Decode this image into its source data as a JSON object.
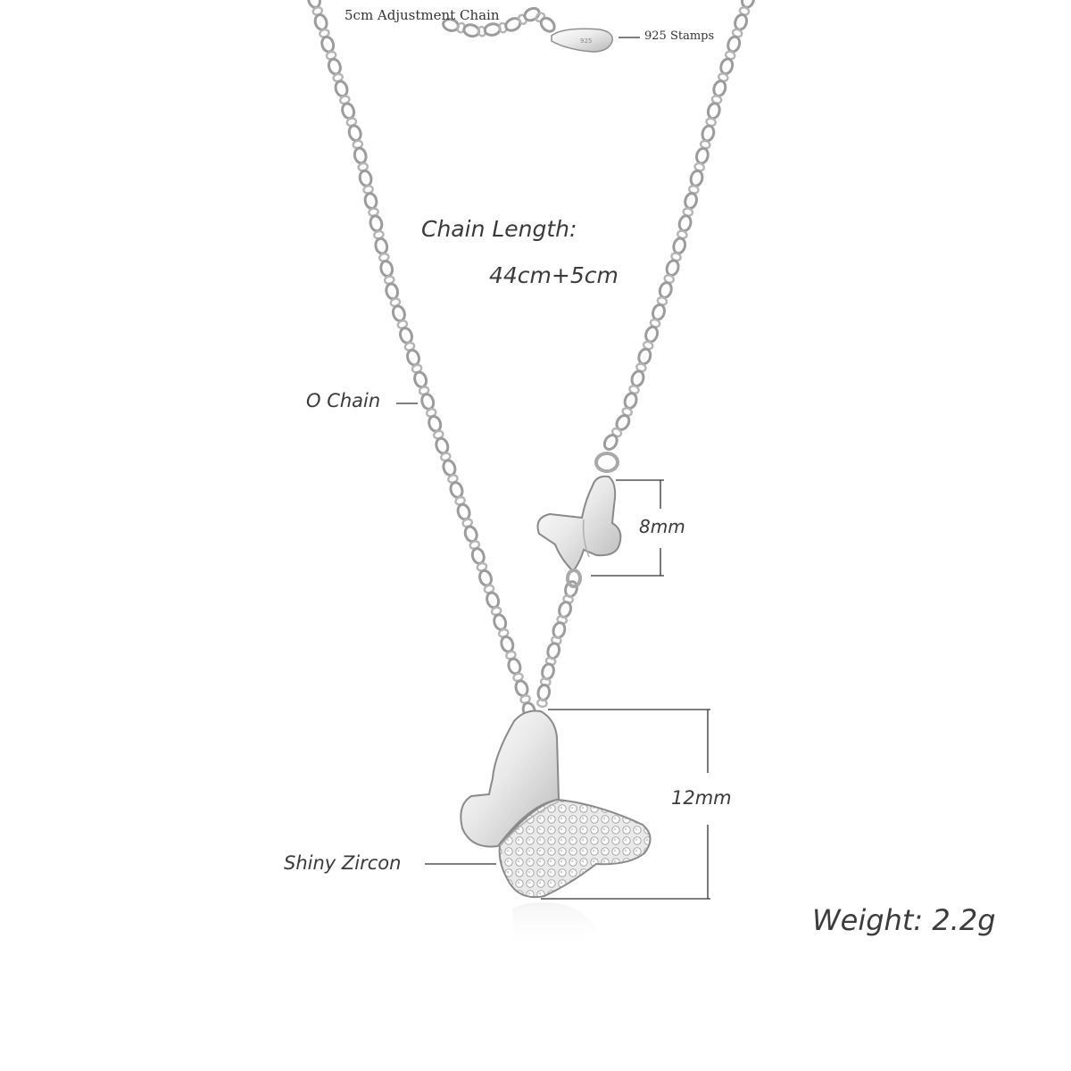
{
  "labels": {
    "adjustment_chain": "5cm Adjustment Chain",
    "stamps": "925 Stamps",
    "chain_length_title": "Chain Length:",
    "chain_length_value": "44cm+5cm",
    "chain_type": "O Chain",
    "small_pendant_size": "8mm",
    "large_pendant_size": "12mm",
    "stone": "Shiny Zircon",
    "weight": "Weight: 2.2g"
  },
  "tag_engraving": "925",
  "colors": {
    "background": "#ffffff",
    "silver_light": "#f4f4f4",
    "silver_mid": "#d8d8d8",
    "silver_dark": "#9a9a9a",
    "text": "#3a3a3a",
    "dimension_line": "#333333"
  }
}
